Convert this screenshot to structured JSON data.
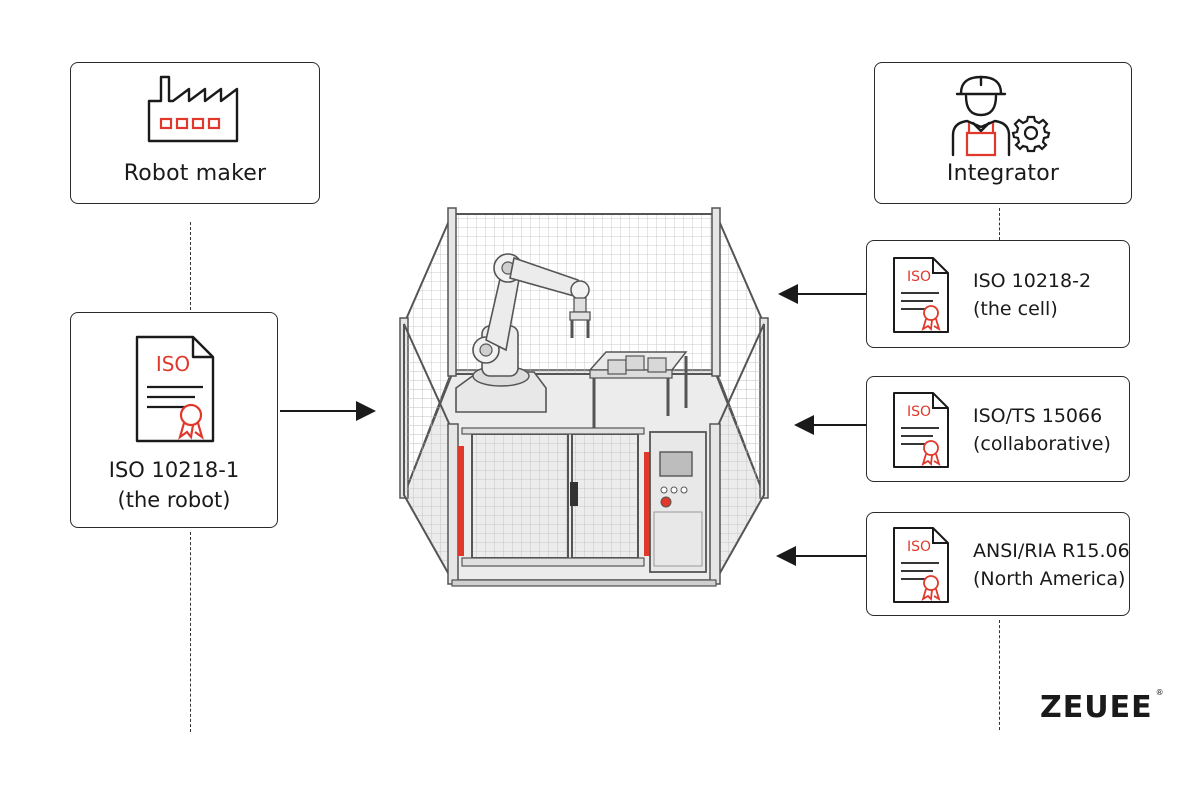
{
  "roles": {
    "robot_maker": {
      "label": "Robot maker",
      "icon": "factory-icon"
    },
    "integrator": {
      "label": "Integrator",
      "icon": "worker-gear-icon"
    }
  },
  "standards": {
    "robot": {
      "badge": "ISO",
      "line1": "ISO 10218-1",
      "line2": "(the robot)"
    },
    "cell": {
      "badge": "ISO",
      "line1": "ISO 10218-2",
      "line2": "(the cell)"
    },
    "collab": {
      "badge": "ISO",
      "line1": "ISO/TS 15066",
      "line2": "(collaborative)"
    },
    "ansi": {
      "badge": "ISO",
      "line1": "ANSI/RIA R15.06",
      "line2": "(North America)"
    }
  },
  "center": {
    "icon": "robot-cell-icon"
  },
  "brand": {
    "logo_text": "ZEUEE",
    "reg_mark": "®"
  },
  "colors": {
    "accent": "#e0382b",
    "line": "#2a2a2a",
    "mesh": "#bdbdbd"
  }
}
